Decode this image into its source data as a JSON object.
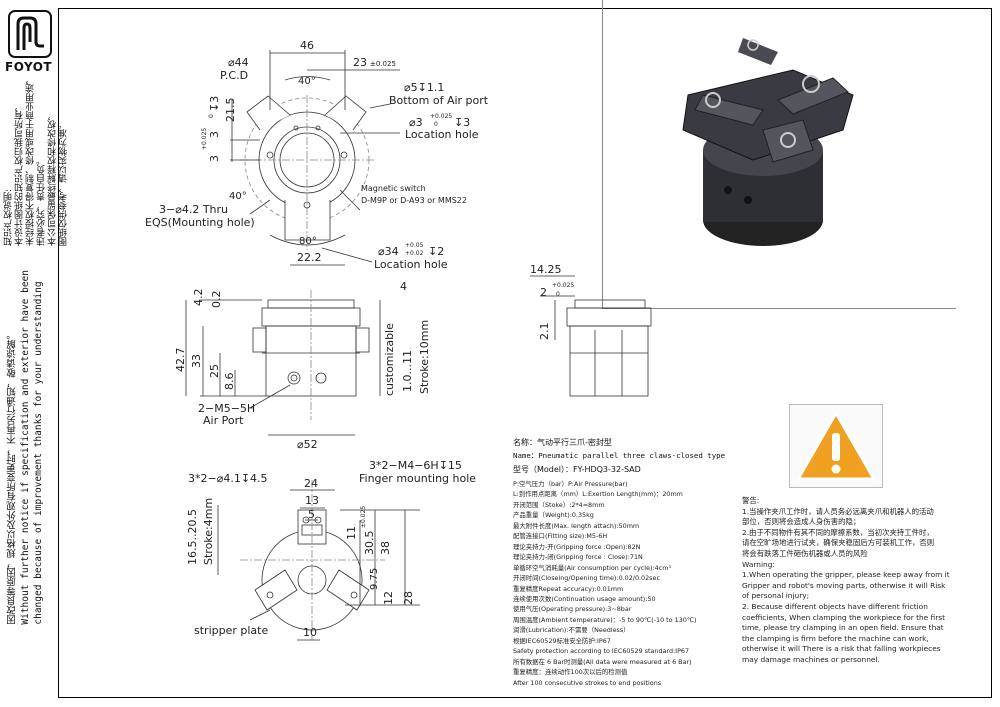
{
  "brand": "FOYOT",
  "side_note_cn": [
    "知识产权说明:",
    "本设计图纸的知识产权归我司所有，",
    "未经授权不得复制、修改或用于商业用途，",
    "违者必究，责任自负。",
    "本公司保留最终解释权和修改权，",
    "图纸仅供参考，请以实物为准。"
  ],
  "side_note_notice": [
    "因改良等原因，规格以及外观有所变更时，不再另行通知，敬请谅解。",
    "Without further notice if specification and exterior have been",
    "changed because of improvement thanks for your understanding"
  ],
  "top_view": {
    "d46": "46",
    "d23": "23",
    "tol_025": "±0.025",
    "d44": "⌀44",
    "pcd": "P.C.D",
    "ang40a": "40°",
    "air_hole": "⌀5↧1.1",
    "air_hole_label": "Bottom of Air port",
    "loc_hole": "⌀3",
    "loc_tol_a": "+0.025",
    "loc_tol_b": "0",
    "loc_depth": "↧3",
    "loc_hole_label": "Location hole",
    "d215": "21.5",
    "d3": "3",
    "d3_tol_a": "+0.025",
    "d3_tol_b": "0",
    "d3_depth": "↧3",
    "d3b": "3",
    "mount": "3−⌀4.2 Thru",
    "mount_label": "EQS(Mounting hole)",
    "ang40b": "40°",
    "switch1": "Magnetic switch",
    "switch2": "D-M9P or D-A93 or MMS22",
    "ang80": "80°",
    "d222": "22.2",
    "d34": "⌀34",
    "d34_tol_a": "+0.05",
    "d34_tol_b": "+0.02",
    "d34_depth": "↧2",
    "d34_label": "Location hole"
  },
  "front_view": {
    "d4": "4",
    "d42": "4.2",
    "d02": "0.2",
    "d427": "42.7",
    "d33": "33",
    "d25": "25",
    "d86": "8.6",
    "port": "2−M5−5H",
    "port_label": "Air Port",
    "d52": "⌀52",
    "custom": "customizable",
    "stroke_range": "1.0...11",
    "stroke10": "Stroke:10mm"
  },
  "side_view": {
    "d1425": "14.25",
    "d2": "2",
    "tol_a": "+0.025",
    "tol_b": "0",
    "d21": "2.1"
  },
  "bottom_view": {
    "holes": "3*2−⌀4.1↧4.5",
    "finger": "3*2−M4−6H↧15",
    "finger_label": "Finger mounting hole",
    "d24": "24",
    "d13": "13",
    "d5": "5",
    "d11": "11",
    "d11_tol": "±0.025",
    "d305": "30.5",
    "d38": "38",
    "d165": "16.5..20.5",
    "stroke4": "Stroke:4mm",
    "d975": "9.75",
    "d12": "12",
    "d28": "28",
    "d10": "10",
    "plate": "stripper plate"
  },
  "specs": {
    "name_cn": "名称：气动平行三爪-密封型",
    "name_en": "Name：Pneumatic parallel three claws-closed type",
    "model": "型号（Model）：FY-HDQ3-32-SAD",
    "lines": [
      "P:空气压力（bar）P:Air Pressure(bar)",
      "L:到作用点距离（mm）L:Exertion Length(mm)：20mm",
      "开闭范围（Stoke）:2*4=8mm",
      "产品重量（Weight):0.35kg",
      "最大附件长度(Max. length attach):50mm",
      "配管连接口(Fitting size):M5-6H",
      "理论夹持力-开(Gripping force :Open):82N",
      "理论夹持力-闭(Gripping force : Close):71N",
      "单循环空气消耗量(Air consumption per cycle):4cm³",
      "开闭时间(Closeing/Opening time):0.02/0.02sec",
      "重复精度Repeat accuracy):0.01mm",
      "连续使用次数(Continuation usage amount):50",
      "使用气压(Operating pressure):3~8bar",
      "周围温度(Ambient temperature)：-5 to 90℃(-10 to 130℃)",
      "润滑(Lubrication):不需要（Needless）",
      "根据IEC60529标准安全防护:IP67",
      "Safety protection according to IEC60529 standard:IP67",
      "所有数据在 6 Bar时测量(All data were measured at  6 Bar)",
      "重复精度：连续动作100次以后的检测值",
      "After 100 consecutive strokes to end positions"
    ]
  },
  "warning": {
    "lines": [
      "警告:",
      "1.当操作夹爪工作时，请人员务必远离夹爪和机器人的活动",
      "部位，否则将会造成人身伤害的隐；",
      "2.由于不同物件有其不同的摩擦系数，当初次夹持工件时，",
      "请在空旷场地进行试夹，确保夹稳固后方可装机工作，否则",
      "将会有跌落工件砸伤机器或人员的风险",
      "Warning:",
      "1.When operating the gripper, please keep away from it",
      "Gripper and robot's moving parts, otherwise it will Risk",
      "of personal injury;",
      "2. Because different objects have different friction",
      "coefficients, When clamping the workpiece for the first",
      "time, please try clamping in an open field. Ensure that",
      "the clamping is firm before the machine can work,",
      "otherwise it will There is a risk that falling workpieces",
      "may damage machines or personnel."
    ]
  },
  "colors": {
    "line": "#333333",
    "center": "#888888",
    "warn_fill": "#f0a020",
    "product": "#2e2e35"
  }
}
